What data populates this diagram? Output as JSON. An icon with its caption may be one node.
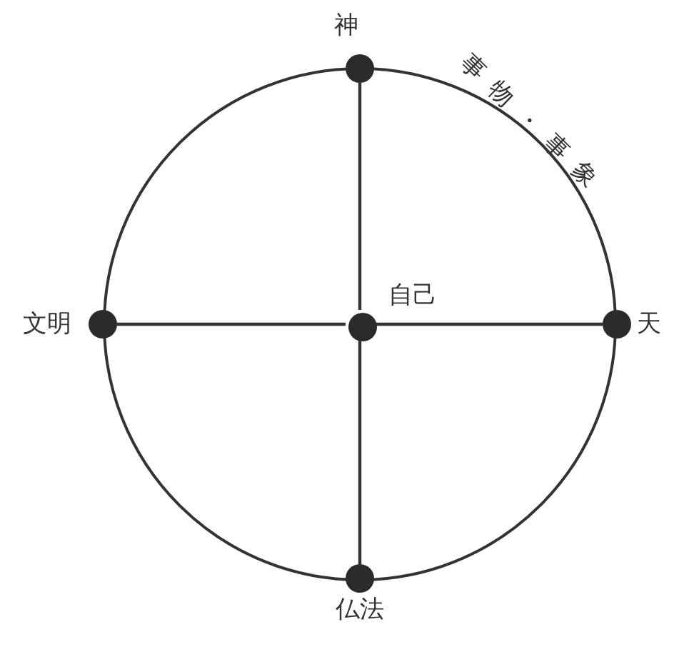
{
  "diagram": {
    "nodes": [
      {
        "text": [
          "事物・事象"
        ]
      },
      {
        "text": [
          "神"
        ]
      },
      {
        "text": [
          "文明"
        ]
      },
      {
        "text": [
          "自己"
        ],
        "in": 0
      },
      {
        "text": [
          "天"
        ]
      },
      {
        "text": [
          "仏法"
        ]
      }
    ],
    "edges": [
      {
        "from": 1,
        "to": 3,
        "arrow": "none"
      },
      {
        "from": 2,
        "to": 3,
        "arrow": "none"
      },
      {
        "from": 3,
        "to": 4,
        "arrow": "none"
      },
      {
        "from": 3,
        "to": 5,
        "arrow": "none"
      }
    ]
  }
}
